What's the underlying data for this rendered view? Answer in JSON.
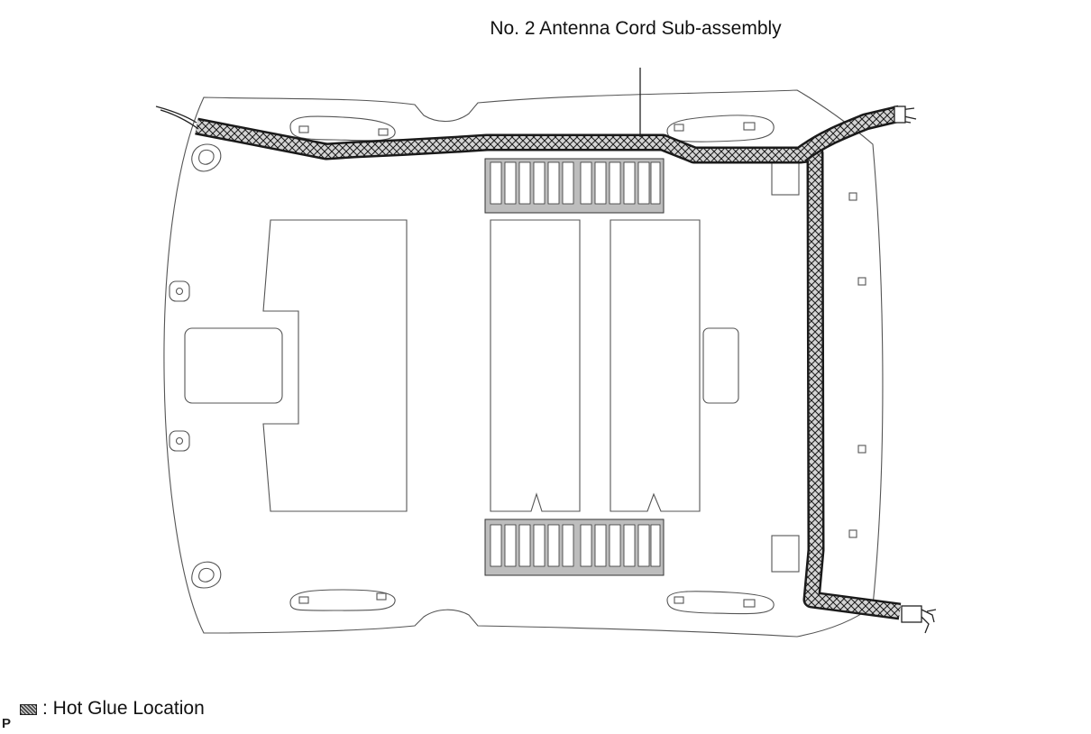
{
  "diagram": {
    "callout_label": "No. 2 Antenna Cord Sub-assembly",
    "legend_label": ": Hot Glue Location",
    "corner_mark": "P",
    "colors": {
      "outline": "#555555",
      "cord": "#1a1a1a",
      "glue_fill": "#bdbdbd",
      "background": "#ffffff"
    }
  }
}
